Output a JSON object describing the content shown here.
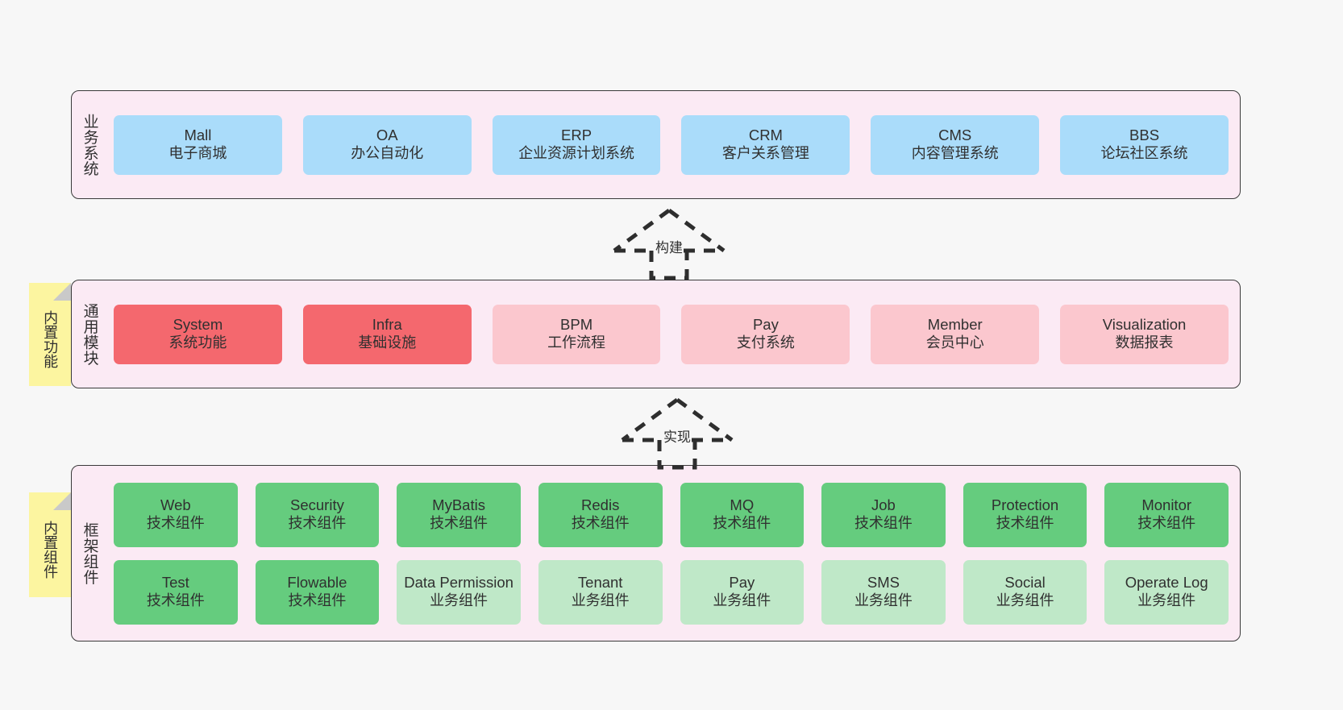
{
  "diagram": {
    "title": "",
    "colors": {
      "background": "#f7f7f7",
      "layer_fill": "#fbeaf4",
      "layer_border": "#3a3a3a",
      "business_cell": "#aadcfa",
      "module_strong": "#f4686e",
      "module_soft": "#fbc7ce",
      "component_strong": "#65cc7e",
      "component_soft": "#bfe8c8",
      "note_fill": "#fcf5a0",
      "note_fold": "#c9c9c9"
    }
  },
  "layers": {
    "business": {
      "title": "业务系统",
      "cells": [
        {
          "en": "Mall",
          "cn": "电子商城"
        },
        {
          "en": "OA",
          "cn": "办公自动化"
        },
        {
          "en": "ERP",
          "cn": "企业资源计划系统"
        },
        {
          "en": "CRM",
          "cn": "客户关系管理"
        },
        {
          "en": "CMS",
          "cn": "内容管理系统"
        },
        {
          "en": "BBS",
          "cn": "论坛社区系统"
        }
      ]
    },
    "common": {
      "title": "通用模块",
      "note": "内置功能",
      "cells": [
        {
          "en": "System",
          "cn": "系统功能",
          "style": "strong"
        },
        {
          "en": "Infra",
          "cn": "基础设施",
          "style": "strong"
        },
        {
          "en": "BPM",
          "cn": "工作流程",
          "style": "soft"
        },
        {
          "en": "Pay",
          "cn": "支付系统",
          "style": "soft"
        },
        {
          "en": "Member",
          "cn": "会员中心",
          "style": "soft"
        },
        {
          "en": "Visualization",
          "cn": "数据报表",
          "style": "soft"
        }
      ]
    },
    "framework": {
      "title": "框架组件",
      "note": "内置组件",
      "row1": [
        {
          "en": "Web",
          "cn": "技术组件",
          "style": "strong"
        },
        {
          "en": "Security",
          "cn": "技术组件",
          "style": "strong"
        },
        {
          "en": "MyBatis",
          "cn": "技术组件",
          "style": "strong"
        },
        {
          "en": "Redis",
          "cn": "技术组件",
          "style": "strong"
        },
        {
          "en": "MQ",
          "cn": "技术组件",
          "style": "strong"
        },
        {
          "en": "Job",
          "cn": "技术组件",
          "style": "strong"
        },
        {
          "en": "Protection",
          "cn": "技术组件",
          "style": "strong"
        },
        {
          "en": "Monitor",
          "cn": "技术组件",
          "style": "strong"
        }
      ],
      "row2": [
        {
          "en": "Test",
          "cn": "技术组件",
          "style": "strong"
        },
        {
          "en": "Flowable",
          "cn": "技术组件",
          "style": "strong"
        },
        {
          "en": "Data Permission",
          "cn": "业务组件",
          "style": "soft"
        },
        {
          "en": "Tenant",
          "cn": "业务组件",
          "style": "soft"
        },
        {
          "en": "Pay",
          "cn": "业务组件",
          "style": "soft"
        },
        {
          "en": "SMS",
          "cn": "业务组件",
          "style": "soft"
        },
        {
          "en": "Social",
          "cn": "业务组件",
          "style": "soft"
        },
        {
          "en": "Operate Log",
          "cn": "业务组件",
          "style": "soft"
        }
      ]
    }
  },
  "arrows": [
    {
      "name": "build",
      "label": "构建",
      "from": "通用模块",
      "to": "业务系统"
    },
    {
      "name": "implement",
      "label": "实现",
      "from": "框架组件",
      "to": "通用模块"
    }
  ]
}
